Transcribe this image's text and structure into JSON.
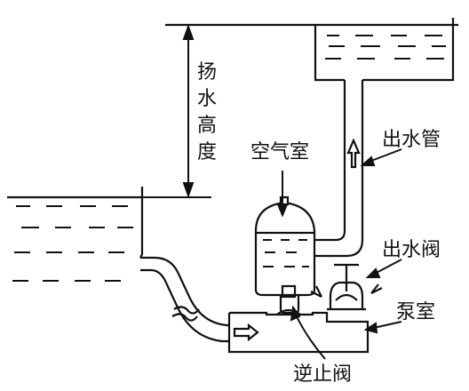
{
  "labels": {
    "lift_height": [
      "扬",
      "水",
      "高",
      "度"
    ],
    "air_chamber": "空气室",
    "outlet_pipe": "出水管",
    "outlet_valve": "出水阀",
    "pump_chamber": "泵室",
    "check_valve": "逆止阀"
  },
  "colors": {
    "ink": "#111111",
    "background": "#ffffff"
  }
}
